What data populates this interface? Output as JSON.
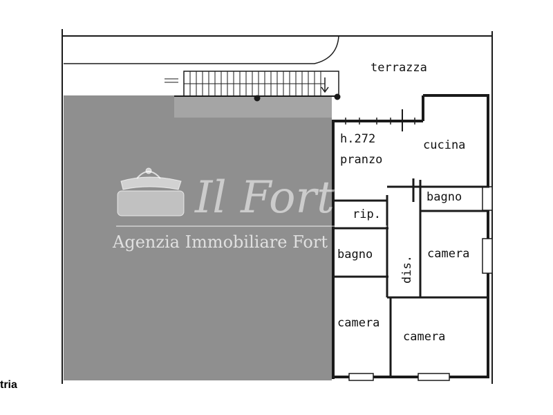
{
  "rooms": {
    "terrazza": "terrazza",
    "height": "h.272",
    "pranzo": "pranzo",
    "cucina": "cucina",
    "bagno_top": "bagno",
    "rip": "rip.",
    "bagno_left": "bagno",
    "dis": "dis.",
    "camera_right": "camera",
    "camera_left": "camera",
    "camera_bottom": "camera"
  },
  "watermark": {
    "script": "Il Fort",
    "agency": "Agenzia Immobiliare Fort"
  },
  "corner_label": "tria",
  "colors": {
    "shaded_area": "#8f8f8f",
    "walls": "#1a1a1a",
    "background": "#ffffff"
  }
}
